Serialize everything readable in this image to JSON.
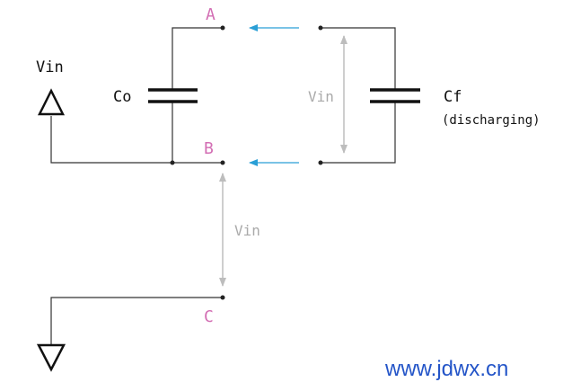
{
  "labels": {
    "vin_source": "Vin",
    "co": "Co",
    "cf": "Cf",
    "cf_note": "(discharging)",
    "vin_between_caps": "Vin",
    "vin_bc": "Vin",
    "node_a": "A",
    "node_b": "B",
    "node_c": "C"
  },
  "watermark": "www.jdwx.cn",
  "colors": {
    "wire": "#333333",
    "node_label": "#d36fb4",
    "arrow_blue": "#2a9fd6",
    "arrow_gray": "#bdbdbd",
    "gray_text": "#aaaaaa",
    "watermark": "#2455c8"
  },
  "icons": {
    "source": "triangle-up-icon",
    "ground": "triangle-down-icon"
  }
}
